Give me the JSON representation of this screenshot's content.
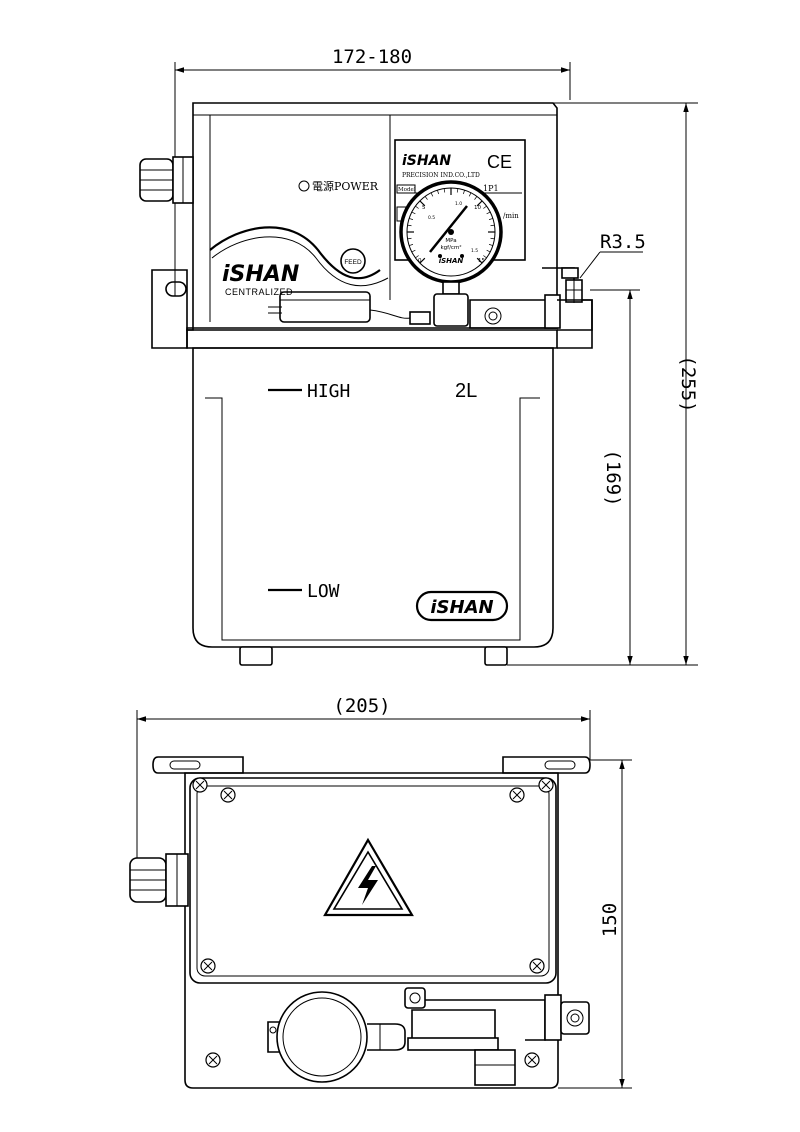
{
  "dimensions": {
    "front_width": "172-180",
    "front_height_total": "(255)",
    "front_height_tank": "(169)",
    "radius": "R3.5",
    "top_width": "(205)",
    "top_depth": "150"
  },
  "labels": {
    "high": "HIGH",
    "low": "LOW",
    "capacity": "2L",
    "power": "電源POWER",
    "feed": "FEED",
    "centralized": "CENTRALIZED",
    "brand": "iSHAN"
  },
  "nameplate": {
    "brand": "iSHAN",
    "ce_mark": "CE",
    "company": "PRECISION IND.CO.,LTD",
    "model_label": "Model",
    "model_value": "1P1",
    "unit": "/min"
  },
  "gauge": {
    "unit_mpa": "MPa",
    "unit_kgf": "kgf/cm²",
    "brand": "iSHAN",
    "scale_outer": [
      "0",
      "5",
      "10",
      "15"
    ],
    "scale_inner": [
      "0.5",
      "1.0",
      "1.5"
    ]
  }
}
